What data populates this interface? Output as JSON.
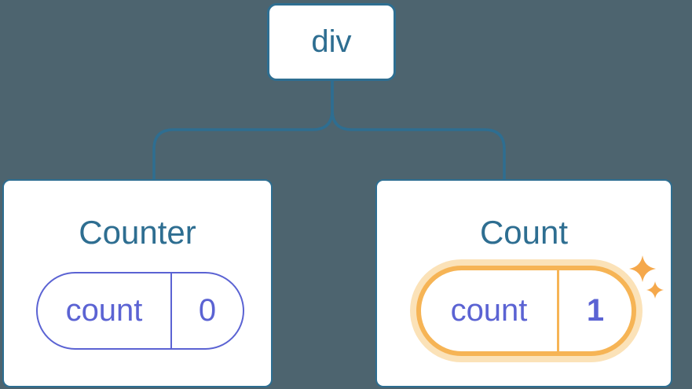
{
  "tree": {
    "root": {
      "label": "div"
    },
    "children": [
      {
        "title": "Counter",
        "state": {
          "name": "count",
          "value": "0"
        },
        "highlighted": false
      },
      {
        "title": "Count",
        "state": {
          "name": "count",
          "value": "1"
        },
        "highlighted": true
      }
    ]
  },
  "colors": {
    "background": "#4d646f",
    "node_blue": "#2e6e91",
    "state_purple": "#5b63d3",
    "highlight_orange": "#f6b455",
    "highlight_glow": "#fbe2b8",
    "sparkle": "#f5a84b",
    "card_bg": "#ffffff"
  }
}
